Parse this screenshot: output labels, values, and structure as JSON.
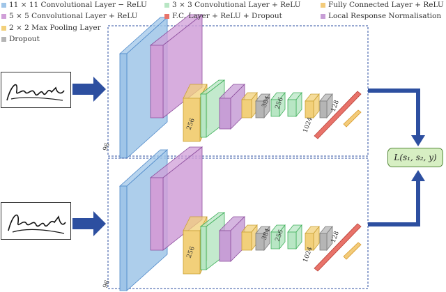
{
  "colors": {
    "conv11": "#9fc5e8",
    "conv11_stroke": "#4a86c8",
    "conv5": "#d09fd8",
    "conv5_stroke": "#8e4f9e",
    "pool": "#f2d07a",
    "pool_stroke": "#c9a032",
    "conv3": "#b8e6c4",
    "conv3_stroke": "#3fb05a",
    "dropout": "#b5b5b5",
    "dropout_stroke": "#7a7a7a",
    "fc": "#f3cb7a",
    "fcdrop": "#e8736a",
    "fcdrop_stroke": "#b83c33",
    "fc_stroke": "#d89a2a",
    "lrn": "#c79ed6",
    "arrow": "#2d4fa0",
    "loss_fill": "#d7efc3"
  },
  "legend": [
    {
      "label": "11 × 11 Convolutional Layer − ReLU",
      "color_key": "conv11"
    },
    {
      "label": "5 × 5 Convolutional Layer + ReLU",
      "color_key": "conv5"
    },
    {
      "label": "2 × 2 Max Pooling Layer",
      "color_key": "pool"
    },
    {
      "label": "Dropout",
      "color_key": "dropout"
    },
    {
      "label": "3 × 3 Convolutional Layer + ReLU",
      "color_key": "conv3"
    },
    {
      "label": "F.C. Layer + ReLU + Dropout",
      "color_key": "fcdrop"
    },
    {
      "label": "Fully Connected Layer + ReLU",
      "color_key": "fc"
    },
    {
      "label": "Local Response Normalisation",
      "color_key": "lrn"
    }
  ],
  "dims": {
    "d96": "96",
    "d256": "256",
    "d384": "384",
    "d256b": "256",
    "d1024": "1024",
    "d128": "128"
  },
  "loss_label": "L(s₁, s₂, y)"
}
